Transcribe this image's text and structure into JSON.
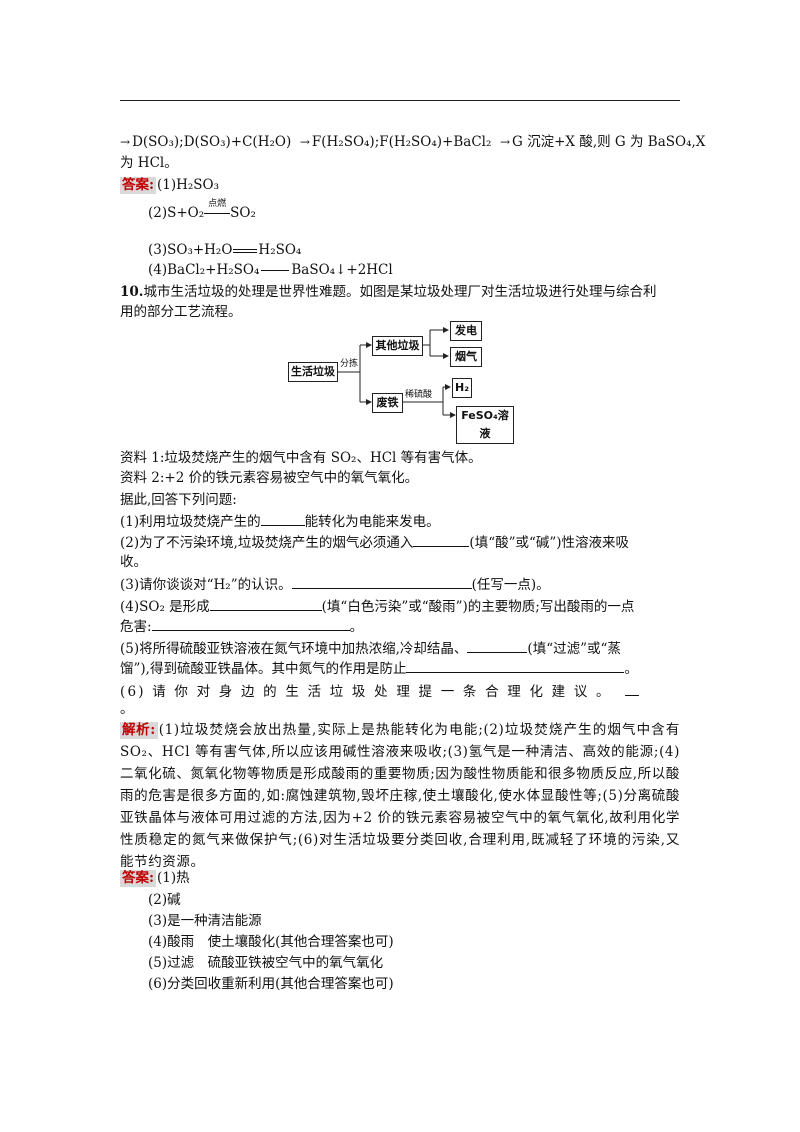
{
  "prev": {
    "line1": "D(SO₃);D(SO₃)+C(H₂O)  F(H₂SO₄);F(H₂SO₄)+BaCl₂  G 沉淀+X 酸,则 G 为 BaSO₄,X",
    "seg1": "D(SO₃);D(SO₃)+C(H₂O)",
    "seg2": "F(H₂SO₄);F(H₂SO₄)+BaCl₂",
    "seg3": "G 沉淀+X 酸,则 G 为 BaSO₄,X",
    "line2": "为 HCl。",
    "answer_label": "答案:",
    "a1": "(1)H₂SO₃",
    "a2_left": "(2)S+O₂",
    "a2_cond": "点燃",
    "a2_right": "SO₂",
    "a3_left": "(3)SO₃+H₂O",
    "a3_right": "H₂SO₄",
    "a4_left": "(4)BaCl₂+H₂SO₄",
    "a4_right": "BaSO₄↓+2HCl"
  },
  "q10": {
    "num": "10.",
    "stem1": "城市生活垃圾的处理是世界性难题。如图是某垃圾处理厂对生活垃圾进行处理与综合利",
    "stem2": "用的部分工艺流程。",
    "flow": {
      "source": "生活垃圾",
      "sort_label": "分拣",
      "other": "其他垃圾",
      "power": "发电",
      "smoke": "烟气",
      "iron": "废铁",
      "acid_label": "稀硫酸",
      "h2": "H₂",
      "feso4": "FeSO₄溶液"
    },
    "info1": "资料 1:垃圾焚烧产生的烟气中含有 SO₂、HCl 等有害气体。",
    "info2": "资料 2:+2 价的铁元素容易被空气中的氧气氧化。",
    "prompt": "据此,回答下列问题:",
    "q1a": "(1)利用垃圾焚烧产生的",
    "q1b": "能转化为电能来发电。",
    "q2a": "(2)为了不污染环境,垃圾焚烧产生的烟气必须通入",
    "q2b": "(填“酸”或“碱”)性溶液来吸",
    "q2c": "收。",
    "q3a": "(3)请你谈谈对“H₂”的认识。",
    "q3b": "(任写一点)。",
    "q4a": "(4)SO₂ 是形成",
    "q4b": "(填“白色污染”或“酸雨”)的主要物质;写出酸雨的一点",
    "q4c": "危害:",
    "q4d": "。",
    "q5a": "(5)将所得硫酸亚铁溶液在氮气环境中加热浓缩,冷却结晶、",
    "q5b": "(填“过滤”或“蒸",
    "q5c": "馏”),得到硫酸亚铁晶体。其中氮气的作用是防止",
    "q5d": "。",
    "q6": "(6) 请 你 对 身 边 的 生 活 垃 圾 处 理 提 一 条 合 理 化 建 议 。",
    "q6end": "。"
  },
  "analysis": {
    "label": "解析:",
    "text": "(1)垃圾焚烧会放出热量,实际上是热能转化为电能;(2)垃圾焚烧产生的烟气中含有 SO₂、HCl 等有害气体,所以应该用碱性溶液来吸收;(3)氢气是一种清洁、高效的能源;(4)二氧化硫、氮氧化物等物质是形成酸雨的重要物质;因为酸性物质能和很多物质反应,所以酸雨的危害是很多方面的,如:腐蚀建筑物,毁坏庄稼,使土壤酸化,使水体显酸性等;(5)分离硫酸亚铁晶体与液体可用过滤的方法,因为+2 价的铁元素容易被空气中的氧气氧化,故利用化学性质稳定的氮气来做保护气;(6)对生活垃圾要分类回收,合理利用,既减轻了环境的污染,又能节约资源。"
  },
  "answer": {
    "label": "答案:",
    "a1": "(1)热",
    "a2": "(2)碱",
    "a3": "(3)是一种清洁能源",
    "a4": "(4)酸雨　使土壤酸化(其他合理答案也可)",
    "a5": "(5)过滤　硫酸亚铁被空气中的氧气氧化",
    "a6": "(6)分类回收重新利用(其他合理答案也可)"
  }
}
